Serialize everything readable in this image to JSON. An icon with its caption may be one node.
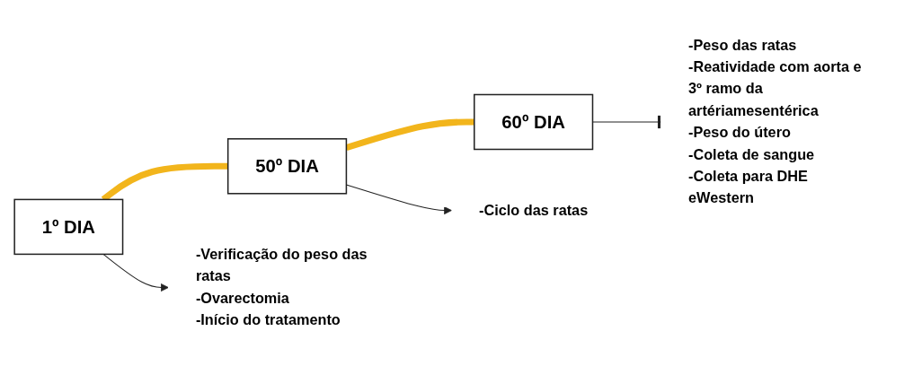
{
  "diagram": {
    "nodes": [
      {
        "text": [
          "1º DIA"
        ]
      },
      {
        "text": [
          "50º DIA"
        ]
      },
      {
        "text": [
          "60º DIA"
        ]
      },
      {
        "text": [
          "-Verificação do peso das ratas",
          "-Ovarectomia",
          "-Início do tratamento"
        ]
      },
      {
        "text": [
          "-Ciclo das ratas"
        ]
      },
      {
        "text": [
          "-Peso das ratas",
          "-Reatividade com aorta e 3º ramo da artériamesentérica",
          "-Peso do útero",
          "-Coleta de sangue",
          "-Coleta para DHE eWestern"
        ]
      }
    ],
    "edges": [
      {
        "from": 0,
        "to": 1,
        "arrow": "none",
        "style": "thick",
        "color": "#f2b51c"
      },
      {
        "from": 1,
        "to": 2,
        "arrow": "none",
        "style": "thick",
        "color": "#f2b51c"
      },
      {
        "from": 0,
        "to": 3,
        "arrow": "to"
      },
      {
        "from": 1,
        "to": 4,
        "arrow": "to"
      },
      {
        "from": 2,
        "to": 5,
        "arrow": "other"
      }
    ]
  }
}
